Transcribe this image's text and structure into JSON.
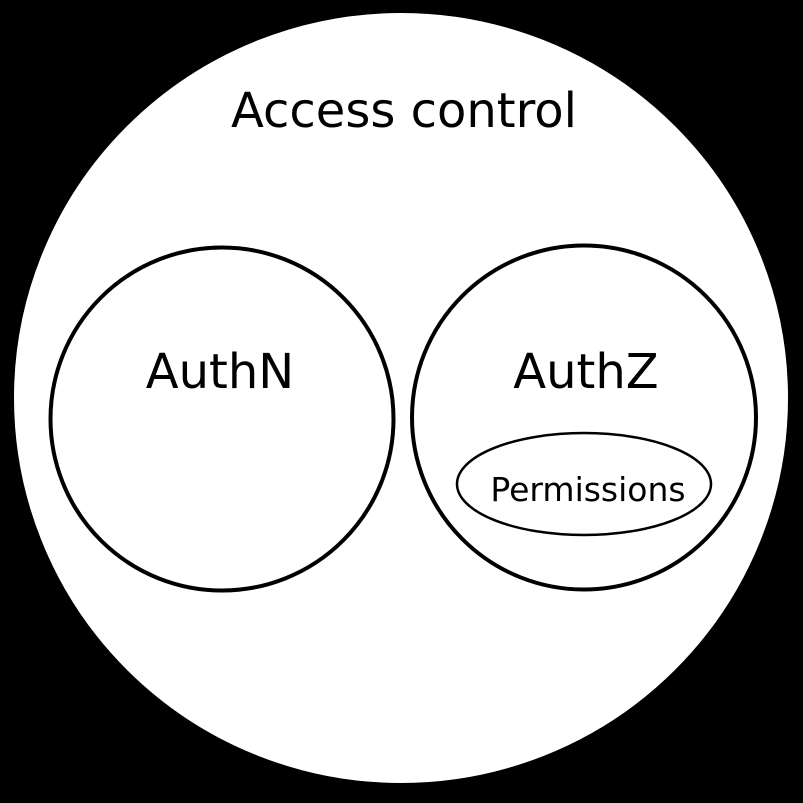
{
  "diagram": {
    "type": "venn-set-diagram",
    "background_color": "#000000",
    "shape_fill": "#ffffff",
    "stroke_color": "#000000",
    "sets": [
      {
        "label": "Access control",
        "shape": "ellipse",
        "contains": [
          "AuthN",
          "AuthZ"
        ]
      },
      {
        "label": "AuthN",
        "shape": "circle",
        "contains": []
      },
      {
        "label": "AuthZ",
        "shape": "circle",
        "contains": [
          "Permissions"
        ]
      },
      {
        "label": "Permissions",
        "shape": "ellipse",
        "contains": []
      }
    ]
  },
  "labels": {
    "title": "Access control",
    "authn": "AuthN",
    "authz": "AuthZ",
    "permissions": "Permissions"
  }
}
